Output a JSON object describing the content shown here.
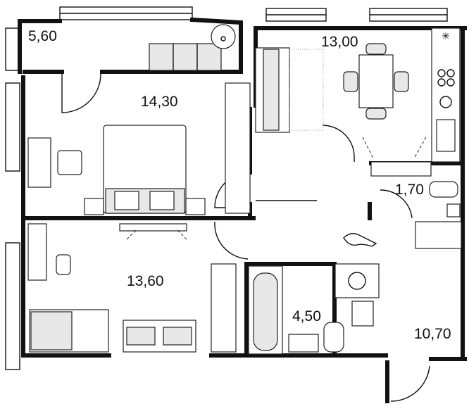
{
  "rooms": [
    {
      "id": "balcony",
      "area": "5,60"
    },
    {
      "id": "bedroom-1",
      "area": "14,30"
    },
    {
      "id": "kitchen-living",
      "area": "13,00"
    },
    {
      "id": "wc",
      "area": "1,70"
    },
    {
      "id": "bedroom-2",
      "area": "13,60"
    },
    {
      "id": "bathroom",
      "area": "4,50"
    },
    {
      "id": "hallway",
      "area": "10,70"
    }
  ],
  "icons": {
    "fridge": "snowflake-icon"
  }
}
